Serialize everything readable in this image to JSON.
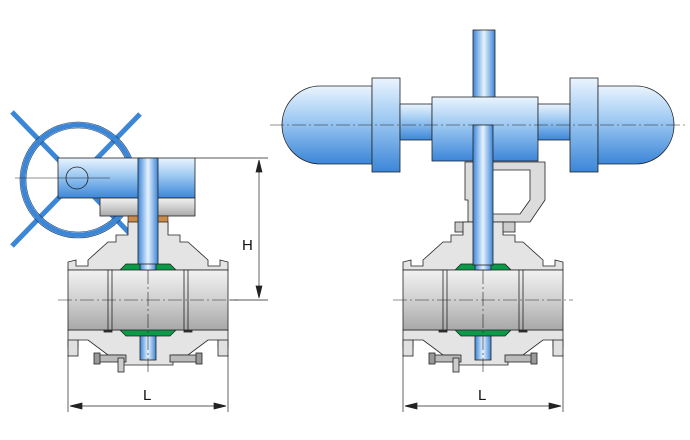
{
  "dimensions": {
    "height_label": "H",
    "length_label_left": "L",
    "length_label_right": "L"
  },
  "colors": {
    "blue": "#5a9be0",
    "blue_light": "#cfe4fa",
    "gray": "#d8d8d8",
    "ball_green": "#0a9a48",
    "bronze": "#c98a4a",
    "seal_red": "#e01010"
  }
}
